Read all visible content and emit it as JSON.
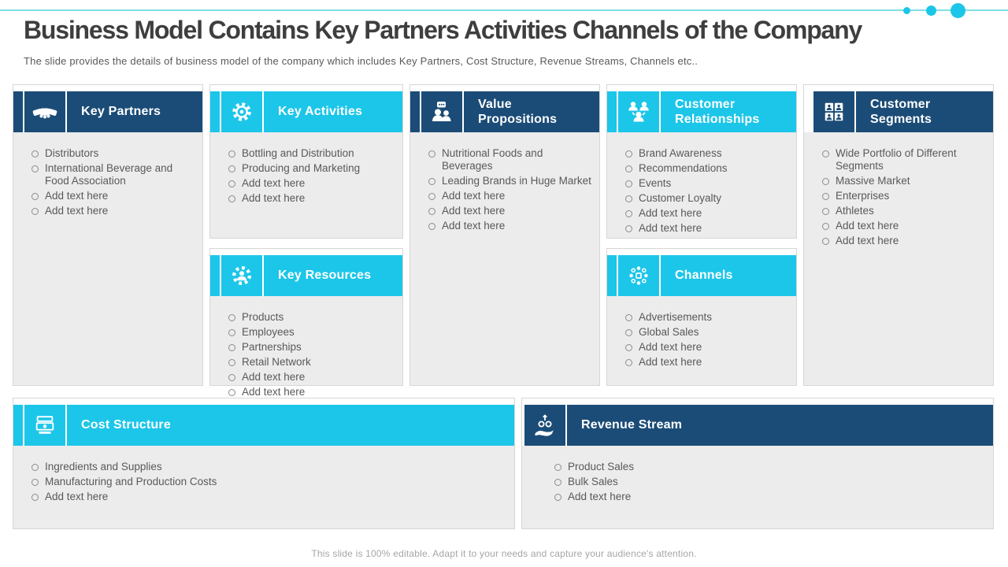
{
  "slide": {
    "title": "Business Model Contains Key Partners Activities Channels of the Company",
    "subtitle": "The slide provides  the details of business model of the company which includes Key Partners, Cost Structure, Revenue  Streams, Channels etc..",
    "footer": "This slide is 100% editable. Adapt it to your needs and capture your audience's attention."
  },
  "theme": {
    "cyan": "#1cc6e9",
    "dark": "#1b4c77",
    "body-bg": "#ececec",
    "card-border": "#d6d6d6",
    "text": "#595959",
    "title-color": "#3e3e3e"
  },
  "cards": {
    "key_partners": {
      "title": "Key Partners",
      "icon": "handshake-icon",
      "style": "dark",
      "items": [
        "Distributors",
        "International  Beverage and Food Association",
        "Add text here",
        "Add text here"
      ]
    },
    "key_activities": {
      "title": "Key Activities",
      "icon": "gear-icon",
      "style": "cyan",
      "items": [
        "Bottling and Distribution",
        "Producing and Marketing",
        "Add text here",
        "Add text here"
      ]
    },
    "key_resources": {
      "title": "Key Resources",
      "icon": "gear-person-icon",
      "style": "cyan",
      "items": [
        "Products",
        "Employees",
        "Partnerships",
        "Retail Network",
        "Add text here",
        "Add text here"
      ]
    },
    "value_propositions": {
      "title": "Value\nPropositions",
      "icon": "people-chat-icon",
      "style": "dark",
      "items": [
        "Nutritional  Foods and Beverages",
        "Leading Brands in Huge Market",
        "Add text here",
        "Add text here",
        "Add text here"
      ]
    },
    "customer_relationships": {
      "title": "Customer\nRelationships",
      "icon": "people-network-icon",
      "style": "cyan",
      "items": [
        "Brand Awareness",
        "Recommendations",
        "Events",
        "Customer Loyalty",
        "Add text here",
        "Add text here"
      ]
    },
    "channels": {
      "title": "Channels",
      "icon": "hub-network-icon",
      "style": "cyan",
      "items": [
        "Advertisements",
        "Global Sales",
        "Add text here",
        "Add text here"
      ]
    },
    "customer_segments": {
      "title": "Customer\nSegments",
      "icon": "segments-grid-icon",
      "style": "dark",
      "items": [
        "Wide Portfolio of Different Segments",
        "Massive Market",
        "Enterprises",
        "Athletes",
        "Add text here",
        "Add text here"
      ]
    },
    "cost_structure": {
      "title": "Cost Structure",
      "icon": "banknotes-icon",
      "style": "cyan",
      "items": [
        "Ingredients and Supplies",
        "Manufacturing and Production Costs",
        "Add text here"
      ]
    },
    "revenue_stream": {
      "title": "Revenue Stream",
      "icon": "hand-money-icon",
      "style": "dark",
      "items": [
        "Product Sales",
        "Bulk Sales",
        "Add text here"
      ]
    }
  }
}
